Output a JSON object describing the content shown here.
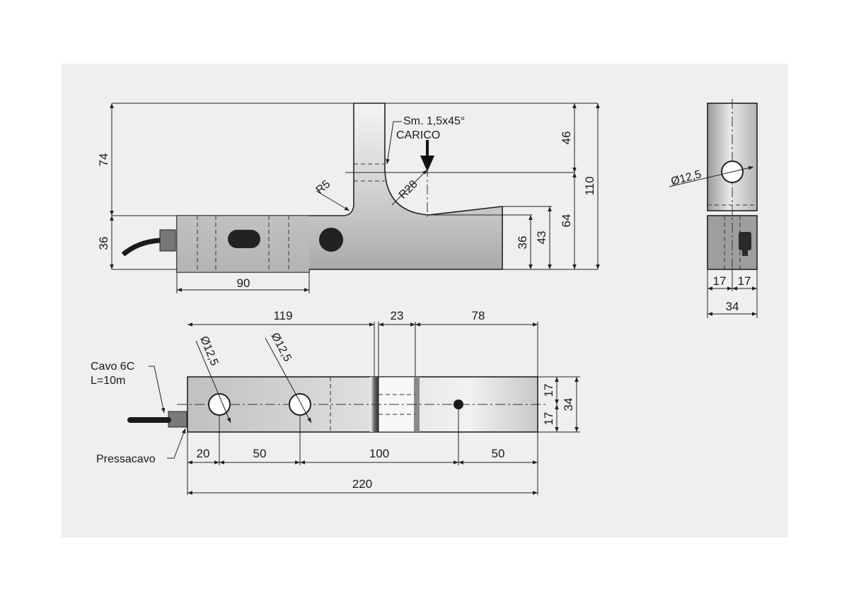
{
  "side_view": {
    "height_74": "74",
    "height_36": "36",
    "length_90": "90",
    "radius_r5": "R5",
    "radius_r28": "R28",
    "chamfer_note": "Sm. 1,5x45°",
    "load_label": "CARICO",
    "height_46": "46",
    "height_110": "110",
    "height_64": "64",
    "height_36_right": "36",
    "height_43": "43"
  },
  "end_view": {
    "hole_diameter": "Ø12,5",
    "half_width_left": "17",
    "half_width_right": "17",
    "width": "34"
  },
  "top_view": {
    "length_119": "119",
    "length_23": "23",
    "length_78": "78",
    "hole_1_diameter": "Ø12,5",
    "hole_2_diameter": "Ø12,5",
    "cable_label_line1": "Cavo 6C",
    "cable_label_line2": "L=10m",
    "gland_label": "Pressacavo",
    "half_height_top": "17",
    "half_height_bottom": "17",
    "height_34": "34",
    "spacing_20": "20",
    "spacing_50_left": "50",
    "spacing_100": "100",
    "spacing_50_right": "50",
    "overall_length": "220"
  }
}
